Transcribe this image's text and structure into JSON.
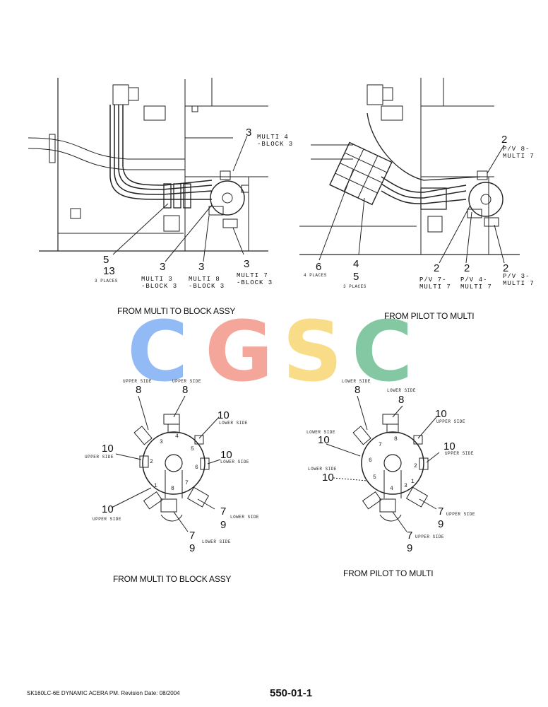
{
  "diagrams": {
    "top_left": {
      "caption": "FROM MULTI TO BLOCK ASSY",
      "callouts": [
        {
          "num": "3",
          "text": "MULTI 4\n-BLOCK 3"
        },
        {
          "num": "5",
          "sub": "13",
          "note": "3 PLACES"
        },
        {
          "num": "3",
          "text": "MULTI 3\n-BLOCK 3"
        },
        {
          "num": "3",
          "text": "MULTI 8\n-BLOCK 3"
        },
        {
          "num": "3",
          "text": "MULTI 7\n-BLOCK 3"
        }
      ]
    },
    "top_right": {
      "caption": "FROM PILOT TO MULTI",
      "callouts": [
        {
          "num": "2",
          "text": "P/V 8-\nMULTI 7"
        },
        {
          "num": "6",
          "note": "4 PLACES"
        },
        {
          "num": "4",
          "sub": "5",
          "note": "3 PLACES"
        },
        {
          "num": "2",
          "text": "P/V 7-\nMULTI 7"
        },
        {
          "num": "2",
          "text": "P/V 4-\nMULTI 7"
        },
        {
          "num": "2",
          "text": "P/V 3-\nMULTI 7"
        }
      ]
    },
    "bottom_left": {
      "caption": "FROM MULTI TO BLOCK ASSY",
      "ports": [
        "1",
        "2",
        "3",
        "4",
        "5",
        "6",
        "7",
        "8"
      ],
      "callouts": [
        {
          "num": "8",
          "side": "UPPER SIDE"
        },
        {
          "num": "8",
          "side": "UPPER SIDE"
        },
        {
          "num": "10",
          "side": "LOWER SIDE"
        },
        {
          "num": "10",
          "side": "UPPER SIDE"
        },
        {
          "num": "10",
          "side": "LOWER SIDE"
        },
        {
          "num": "10",
          "side": "UPPER SIDE"
        },
        {
          "num": "7",
          "sub": "9",
          "side": "LOWER SIDE"
        },
        {
          "num": "7",
          "sub": "9",
          "side": "LOWER SIDE"
        }
      ]
    },
    "bottom_right": {
      "caption": "FROM PILOT TO MULTI",
      "ports": [
        "1",
        "2",
        "3",
        "4",
        "5",
        "6",
        "7",
        "8"
      ],
      "callouts": [
        {
          "num": "8",
          "side": "LOWER SIDE"
        },
        {
          "num": "8",
          "side": "LOWER SIDE"
        },
        {
          "num": "10",
          "side": "UPPER SIDE"
        },
        {
          "num": "10",
          "side": "LOWER SIDE"
        },
        {
          "num": "10",
          "side": "UPPER SIDE"
        },
        {
          "num": "10",
          "side": "LOWER SIDE"
        },
        {
          "num": "7",
          "sub": "9",
          "side": "UPPER SIDE"
        },
        {
          "num": "7",
          "sub": "9",
          "side": "UPPER SIDE"
        }
      ]
    }
  },
  "watermark": {
    "letters": [
      "C",
      "G",
      "S",
      "C"
    ],
    "colors": [
      "#7fb0f5",
      "#f3978a",
      "#f7d774",
      "#6fbf94"
    ]
  },
  "footer": {
    "left": "SK160LC-6E DYNAMIC ACERA PM. Revision Date: 08/2004",
    "page": "550-01-1"
  }
}
